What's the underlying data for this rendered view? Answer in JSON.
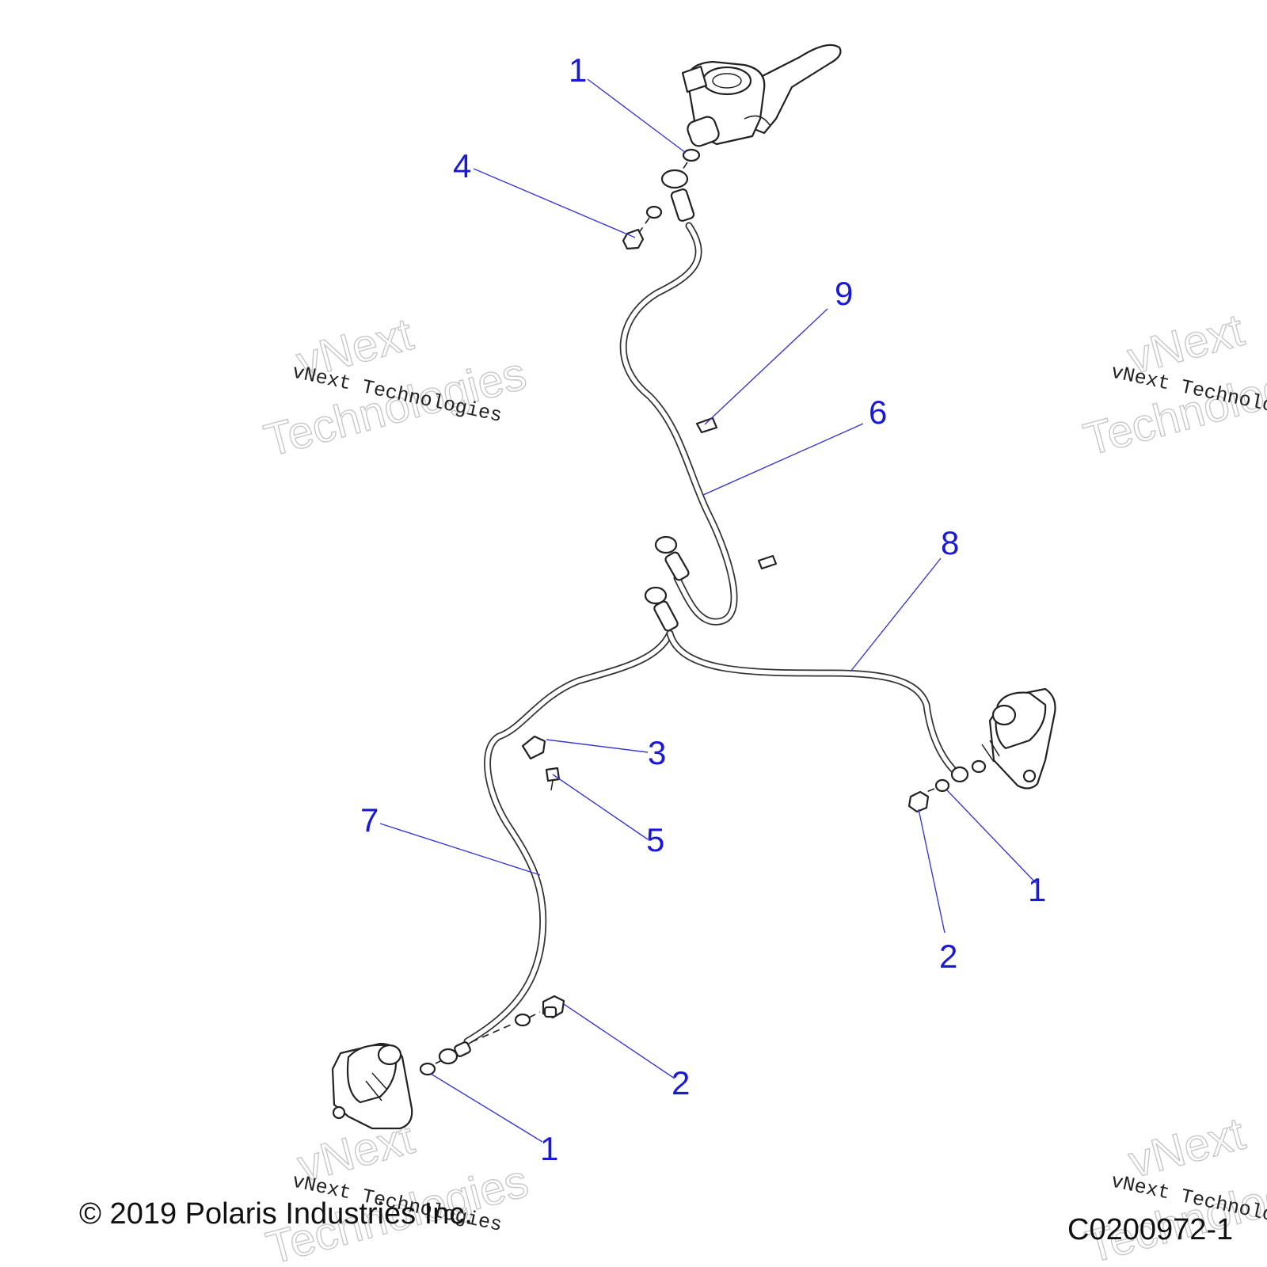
{
  "callouts": [
    "1",
    "4",
    "9",
    "6",
    "8",
    "3",
    "5",
    "7",
    "1",
    "2",
    "2",
    "1"
  ],
  "watermark": {
    "line1": "vNext",
    "line2": "Technologies",
    "small": "vNext Technologies"
  },
  "footer": {
    "copyright": "© 2019 Polaris Industries Inc.",
    "figure_id": "C0200972-1"
  }
}
